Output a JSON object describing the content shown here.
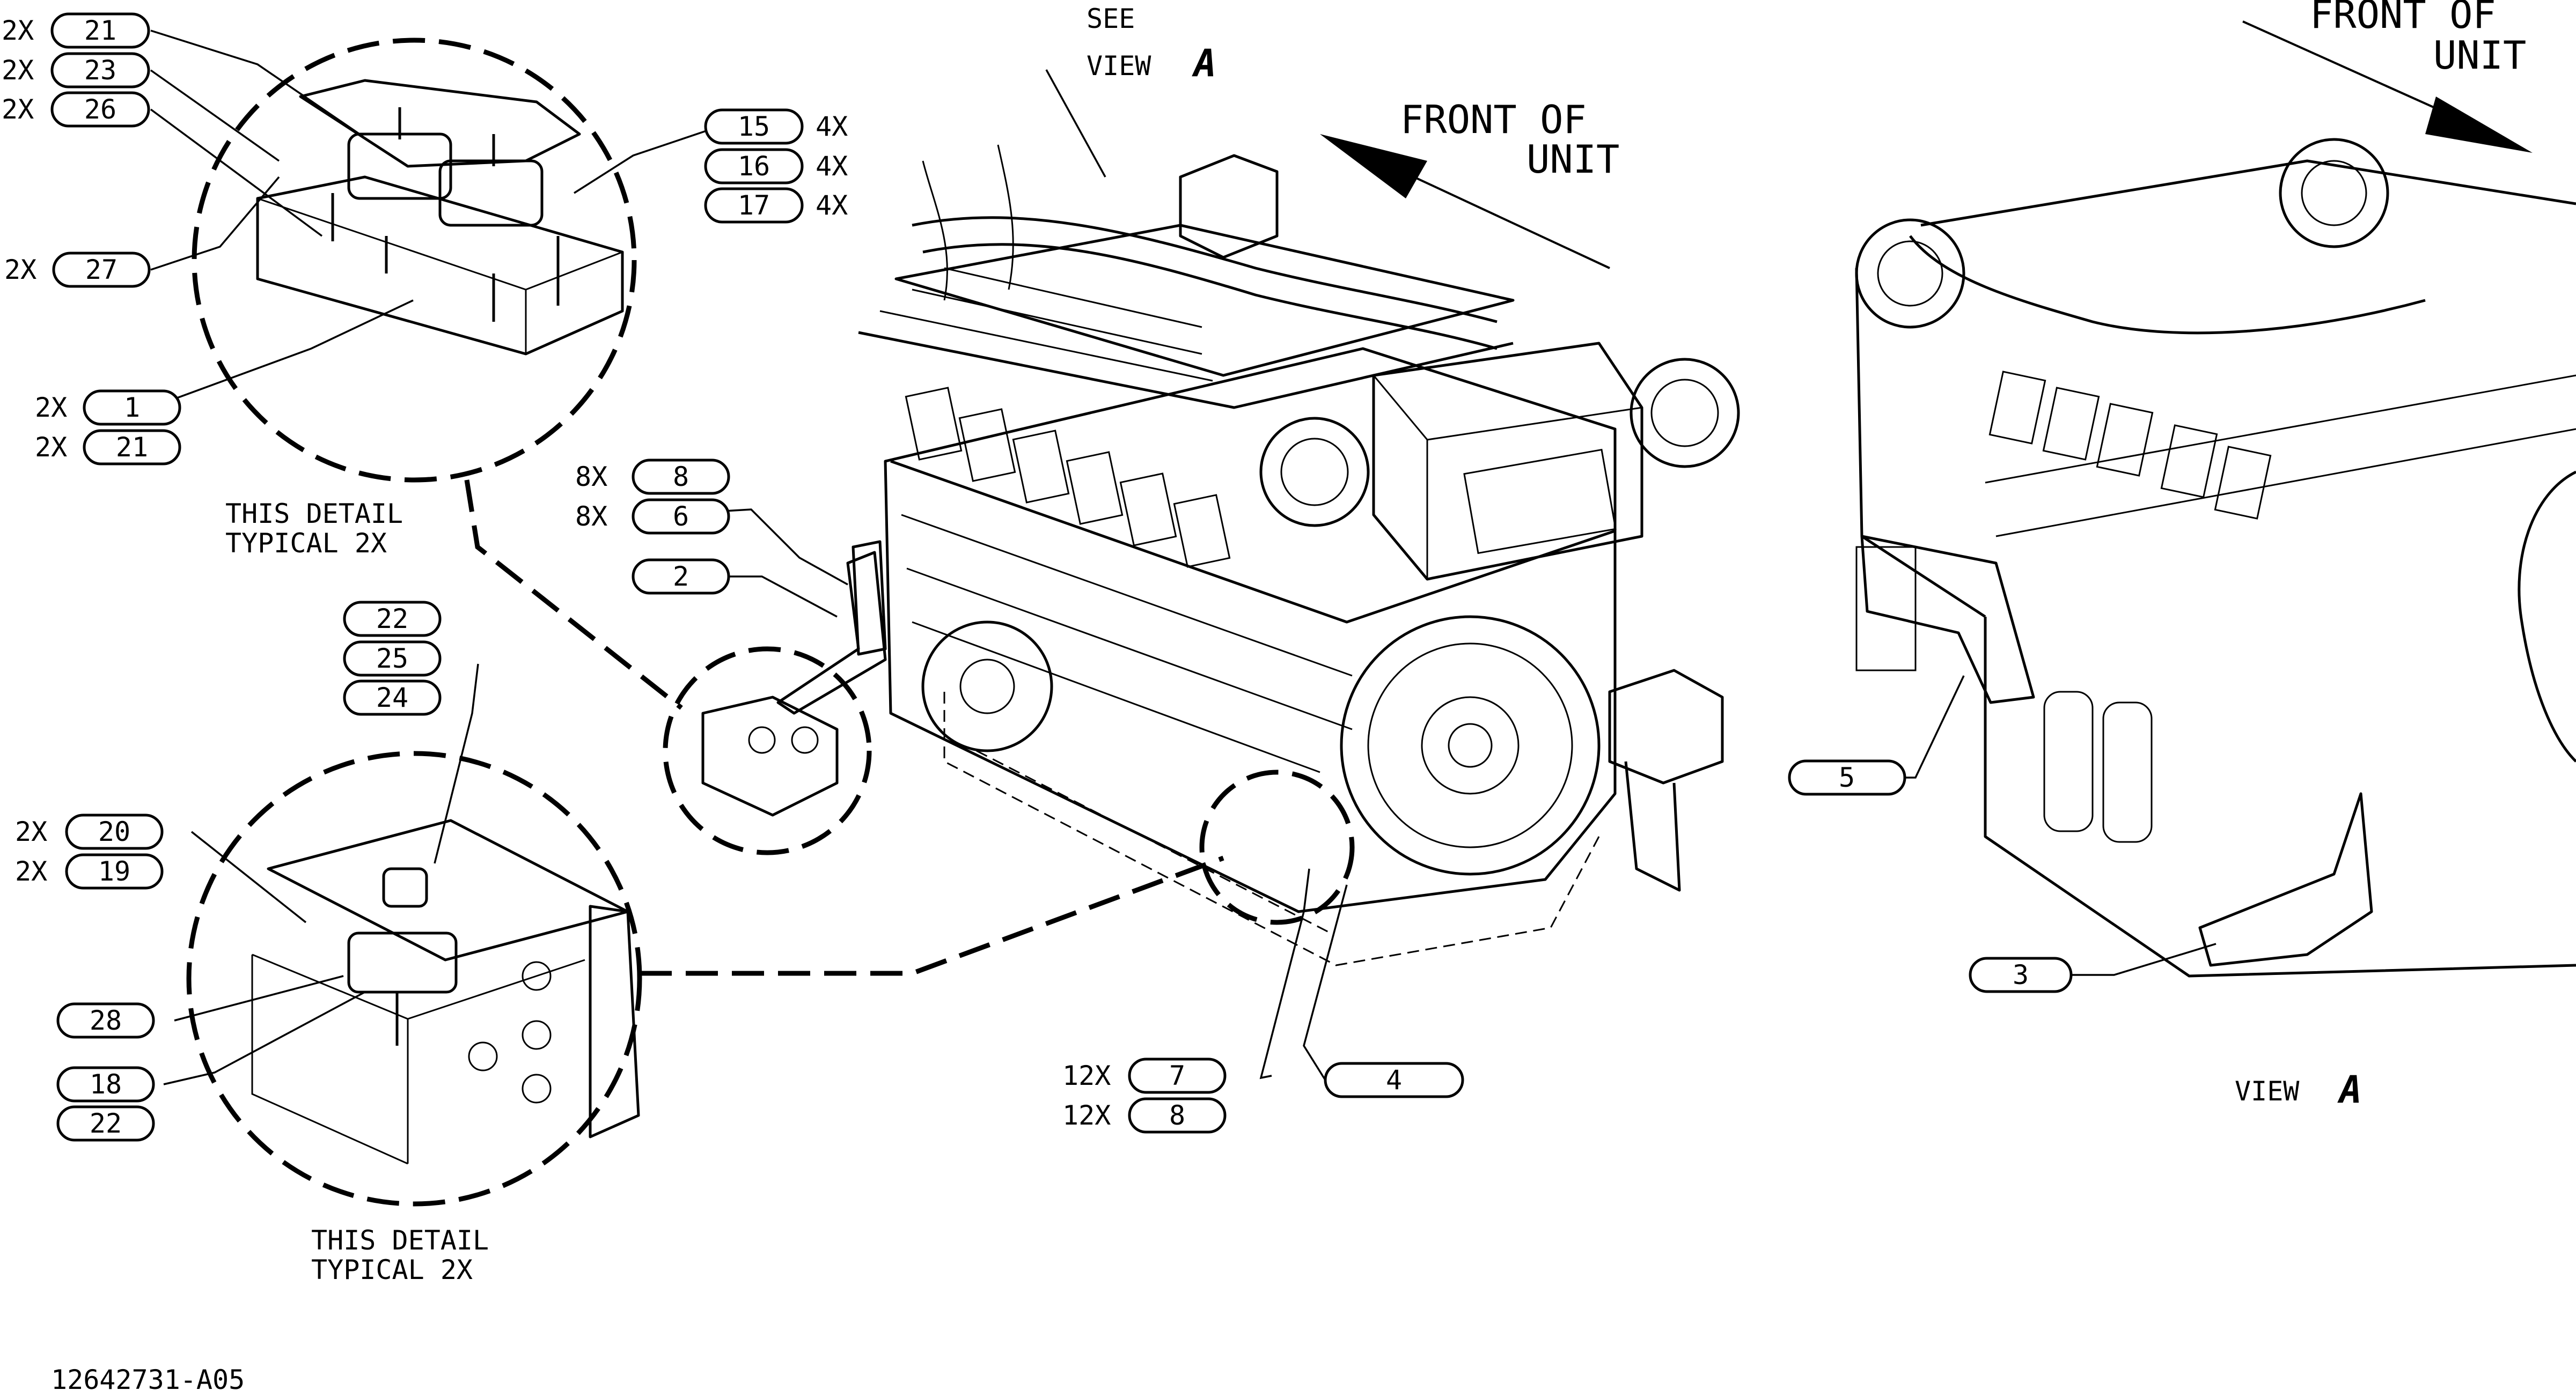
{
  "drawing_number": "12642731-A05",
  "notes": {
    "see_view_line1": "SEE",
    "see_view_line2": "VIEW",
    "see_view_letter": "A",
    "front_of_unit_main_line1": "FRONT OF",
    "front_of_unit_main_line2": "UNIT",
    "front_of_unit_side_line1": "FRONT OF",
    "front_of_unit_side_line2": "UNIT",
    "view_a_label": "VIEW",
    "view_a_letter": "A",
    "detail_upper_line1": "THIS DETAIL",
    "detail_upper_line2": "TYPICAL 2X",
    "detail_lower_line1": "THIS DETAIL",
    "detail_lower_line2": "TYPICAL 2X"
  },
  "callouts": [
    {
      "id": "c21a",
      "number": "21",
      "qty_left": "2X",
      "qty_right": ""
    },
    {
      "id": "c23",
      "number": "23",
      "qty_left": "2X",
      "qty_right": ""
    },
    {
      "id": "c26",
      "number": "26",
      "qty_left": "2X",
      "qty_right": ""
    },
    {
      "id": "c27",
      "number": "27",
      "qty_left": "2X",
      "qty_right": ""
    },
    {
      "id": "c1",
      "number": "1",
      "qty_left": "2X",
      "qty_right": ""
    },
    {
      "id": "c21b",
      "number": "21",
      "qty_left": "2X",
      "qty_right": ""
    },
    {
      "id": "c15",
      "number": "15",
      "qty_left": "",
      "qty_right": "4X"
    },
    {
      "id": "c16",
      "number": "16",
      "qty_left": "",
      "qty_right": "4X"
    },
    {
      "id": "c17",
      "number": "17",
      "qty_left": "",
      "qty_right": "4X"
    },
    {
      "id": "c8a",
      "number": "8",
      "qty_left": "8X",
      "qty_right": ""
    },
    {
      "id": "c6",
      "number": "6",
      "qty_left": "8X",
      "qty_right": ""
    },
    {
      "id": "c2",
      "number": "2",
      "qty_left": "",
      "qty_right": ""
    },
    {
      "id": "c22a",
      "number": "22",
      "qty_left": "",
      "qty_right": ""
    },
    {
      "id": "c25",
      "number": "25",
      "qty_left": "",
      "qty_right": ""
    },
    {
      "id": "c24",
      "number": "24",
      "qty_left": "",
      "qty_right": ""
    },
    {
      "id": "c20",
      "number": "20",
      "qty_left": "2X",
      "qty_right": ""
    },
    {
      "id": "c19",
      "number": "19",
      "qty_left": "2X",
      "qty_right": ""
    },
    {
      "id": "c28",
      "number": "28",
      "qty_left": "",
      "qty_right": ""
    },
    {
      "id": "c18",
      "number": "18",
      "qty_left": "",
      "qty_right": ""
    },
    {
      "id": "c22b",
      "number": "22",
      "qty_left": "",
      "qty_right": ""
    },
    {
      "id": "c7",
      "number": "7",
      "qty_left": "12X",
      "qty_right": ""
    },
    {
      "id": "c8b",
      "number": "8",
      "qty_left": "12X",
      "qty_right": ""
    },
    {
      "id": "c4",
      "number": "4",
      "qty_left": "",
      "qty_right": ""
    },
    {
      "id": "c5",
      "number": "5",
      "qty_left": "",
      "qty_right": ""
    },
    {
      "id": "c3",
      "number": "3",
      "qty_left": "",
      "qty_right": ""
    }
  ]
}
